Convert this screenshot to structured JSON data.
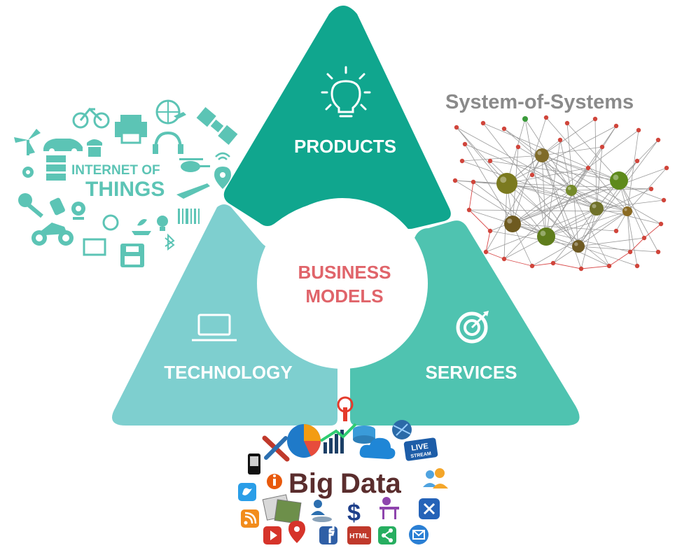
{
  "diagram": {
    "center_label_line1": "BUSINESS",
    "center_label_line2": "MODELS",
    "segments": {
      "products": {
        "label": "PRODUCTS",
        "icon": "lightbulb-icon",
        "color": "#10a68e"
      },
      "technology": {
        "label": "TECHNOLOGY",
        "icon": "laptop-icon",
        "color": "#7ecfcf"
      },
      "services": {
        "label": "SERVICES",
        "icon": "target-icon",
        "color": "#4fc3b0"
      }
    },
    "center_text_color": "#e0646a"
  },
  "iot_cloud": {
    "line1": "INTERNET OF",
    "line2": "THINGS",
    "color": "#5cc4b5"
  },
  "system_of_systems": {
    "title": "System-of-Systems"
  },
  "big_data": {
    "title_word1": "Big",
    "title_word2": "Data",
    "live_badge_line1": "LIVE",
    "live_badge_line2": "STREAM",
    "html_badge": "HTML",
    "dollar": "$"
  }
}
